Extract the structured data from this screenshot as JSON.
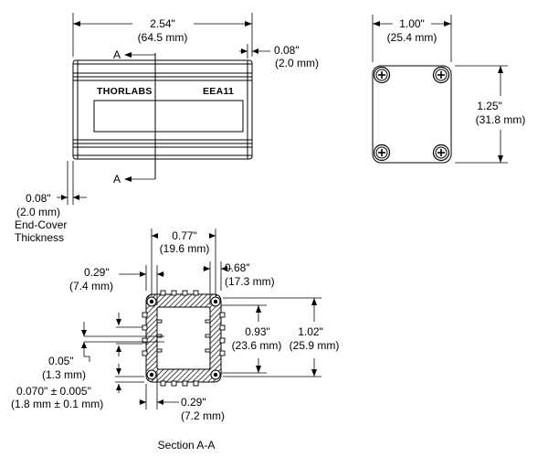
{
  "top_view": {
    "brand": "THORLABS",
    "model": "EEA11",
    "width_in": "2.54\"",
    "width_mm": "(64.5 mm)",
    "endcap_in": "0.08\"",
    "endcap_mm": "(2.0 mm)",
    "section_marker_top": "A",
    "section_marker_bottom": "A",
    "endcover_in": "0.08\"",
    "endcover_mm": "(2.0 mm)",
    "endcover_caption_1": "End-Cover",
    "endcover_caption_2": "Thickness"
  },
  "end_view": {
    "width_in": "1.00\"",
    "width_mm": "(25.4 mm)",
    "height_in": "1.25\"",
    "height_mm": "(31.8 mm)"
  },
  "section_view": {
    "inner_width_in": "0.77\"",
    "inner_width_mm": "(19.6 mm)",
    "left_in": "0.29\"",
    "left_mm": "(7.4 mm)",
    "right_in": "0.68\"",
    "right_mm": "(17.3 mm)",
    "inner_height_in": "0.93\"",
    "inner_height_mm": "(23.6 mm)",
    "outer_height_in": "1.02\"",
    "outer_height_mm": "(25.9 mm)",
    "slot_in": "0.05\"",
    "slot_mm": "(1.3 mm)",
    "wall_in": "0.070\" ± 0.005\"",
    "wall_mm": "(1.8 mm ± 0.1 mm)",
    "bottom_in": "0.29\"",
    "bottom_mm": "(7.2 mm)",
    "caption": "Section A-A"
  }
}
